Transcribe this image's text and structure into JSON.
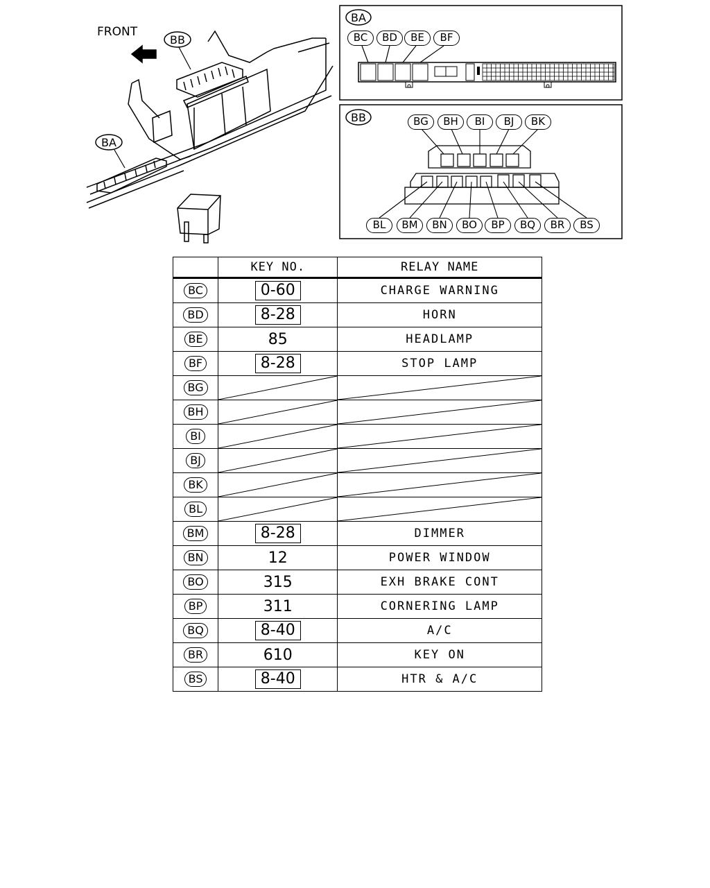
{
  "diagram": {
    "front_label": "FRONT",
    "callouts": {
      "bb_main": "BB",
      "ba_main": "BA"
    },
    "panel_ba": {
      "title": "BA",
      "labels": [
        "BC",
        "BD",
        "BE",
        "BF"
      ]
    },
    "panel_bb": {
      "title": "BB",
      "top_labels": [
        "BG",
        "BH",
        "BI",
        "BJ",
        "BK"
      ],
      "bottom_labels": [
        "BL",
        "BM",
        "BN",
        "BO",
        "BP",
        "BQ",
        "BR",
        "BS"
      ]
    }
  },
  "table": {
    "headers": {
      "code": "",
      "key_no": "KEY NO.",
      "relay_name": "RELAY NAME"
    },
    "rows": [
      {
        "code": "BC",
        "key": "0-60",
        "boxed": true,
        "name": "CHARGE WARNING",
        "empty": false
      },
      {
        "code": "BD",
        "key": "8-28",
        "boxed": true,
        "name": "HORN",
        "empty": false
      },
      {
        "code": "BE",
        "key": "85",
        "boxed": false,
        "name": "HEADLAMP",
        "empty": false
      },
      {
        "code": "BF",
        "key": "8-28",
        "boxed": true,
        "name": "STOP LAMP",
        "empty": false
      },
      {
        "code": "BG",
        "key": "",
        "boxed": false,
        "name": "",
        "empty": true
      },
      {
        "code": "BH",
        "key": "",
        "boxed": false,
        "name": "",
        "empty": true
      },
      {
        "code": "BI",
        "key": "",
        "boxed": false,
        "name": "",
        "empty": true
      },
      {
        "code": "BJ",
        "key": "",
        "boxed": false,
        "name": "",
        "empty": true
      },
      {
        "code": "BK",
        "key": "",
        "boxed": false,
        "name": "",
        "empty": true
      },
      {
        "code": "BL",
        "key": "",
        "boxed": false,
        "name": "",
        "empty": true
      },
      {
        "code": "BM",
        "key": "8-28",
        "boxed": true,
        "name": "DIMMER",
        "empty": false
      },
      {
        "code": "BN",
        "key": "12",
        "boxed": false,
        "name": "POWER WINDOW",
        "empty": false
      },
      {
        "code": "BO",
        "key": "315",
        "boxed": false,
        "name": "EXH BRAKE CONT",
        "empty": false
      },
      {
        "code": "BP",
        "key": "311",
        "boxed": false,
        "name": "CORNERING LAMP",
        "empty": false
      },
      {
        "code": "BQ",
        "key": "8-40",
        "boxed": true,
        "name": "A/C",
        "empty": false
      },
      {
        "code": "BR",
        "key": "610",
        "boxed": false,
        "name": "KEY ON",
        "empty": false
      },
      {
        "code": "BS",
        "key": "8-40",
        "boxed": true,
        "name": "HTR & A/C",
        "empty": false
      }
    ]
  }
}
